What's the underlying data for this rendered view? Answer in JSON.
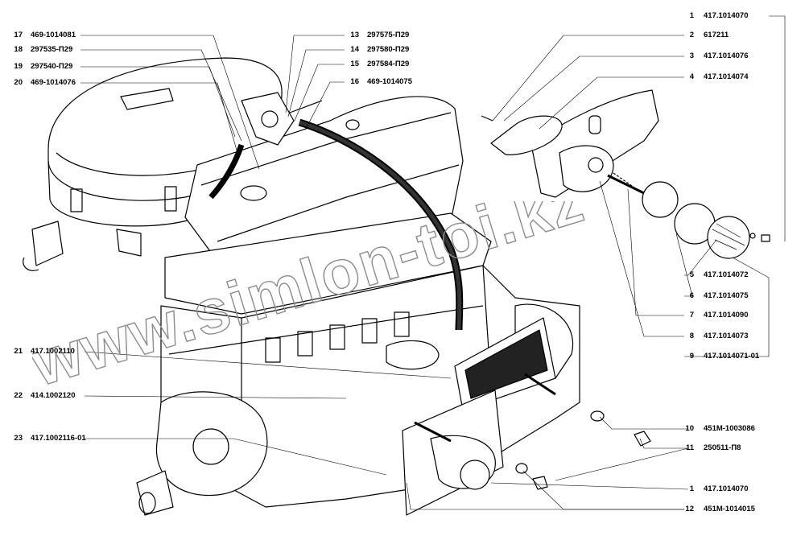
{
  "watermark": "www.simlon-toi.kz",
  "callouts_left": [
    {
      "num": "17",
      "code": "469-1014081"
    },
    {
      "num": "18",
      "code": "297535-П29"
    },
    {
      "num": "19",
      "code": "297540-П29"
    },
    {
      "num": "20",
      "code": "469-1014076"
    },
    {
      "num": "21",
      "code": "417.1002110"
    },
    {
      "num": "22",
      "code": "414.1002120"
    },
    {
      "num": "23",
      "code": "417.1002116-01"
    }
  ],
  "callouts_mid": [
    {
      "num": "13",
      "code": "297575-П29"
    },
    {
      "num": "14",
      "code": "297580-П29"
    },
    {
      "num": "15",
      "code": "297584-П29"
    },
    {
      "num": "16",
      "code": "469-1014075"
    }
  ],
  "callouts_right": [
    {
      "num": "1",
      "code": "417.1014070"
    },
    {
      "num": "2",
      "code": "617211"
    },
    {
      "num": "3",
      "code": "417.1014076"
    },
    {
      "num": "4",
      "code": "417.1014074"
    },
    {
      "num": "5",
      "code": "417.1014072"
    },
    {
      "num": "6",
      "code": "417.1014075"
    },
    {
      "num": "7",
      "code": "417.1014090"
    },
    {
      "num": "8",
      "code": "417.1014073"
    },
    {
      "num": "9",
      "code": "417.1014071-01"
    },
    {
      "num": "10",
      "code": "451M-1003086"
    },
    {
      "num": "11",
      "code": "250511-П8"
    },
    {
      "num": "1",
      "code": "417.1014070"
    },
    {
      "num": "12",
      "code": "451M-1014015"
    }
  ]
}
